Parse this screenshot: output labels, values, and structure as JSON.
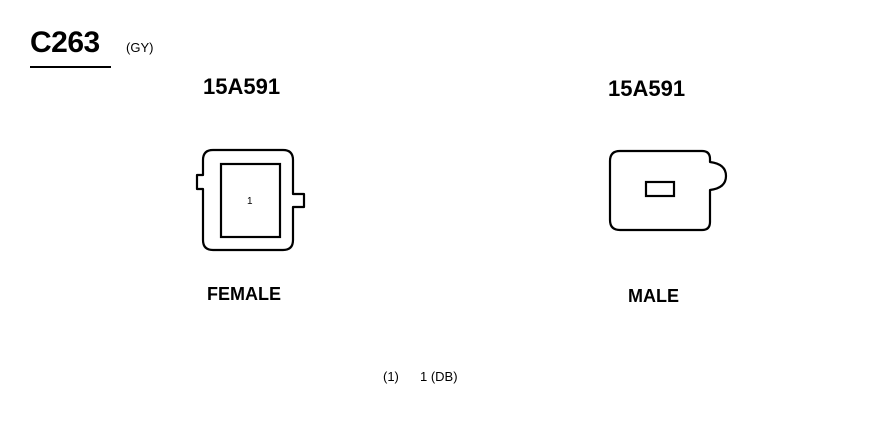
{
  "connector": {
    "id": "C263",
    "color_code": "(GY)"
  },
  "views": [
    {
      "part_number": "15A591",
      "gender": "FEMALE",
      "cavities": [
        "1"
      ]
    },
    {
      "part_number": "15A591",
      "gender": "MALE"
    }
  ],
  "legend": [
    {
      "cavity": "(1)",
      "circuit": "1 (DB)"
    }
  ]
}
